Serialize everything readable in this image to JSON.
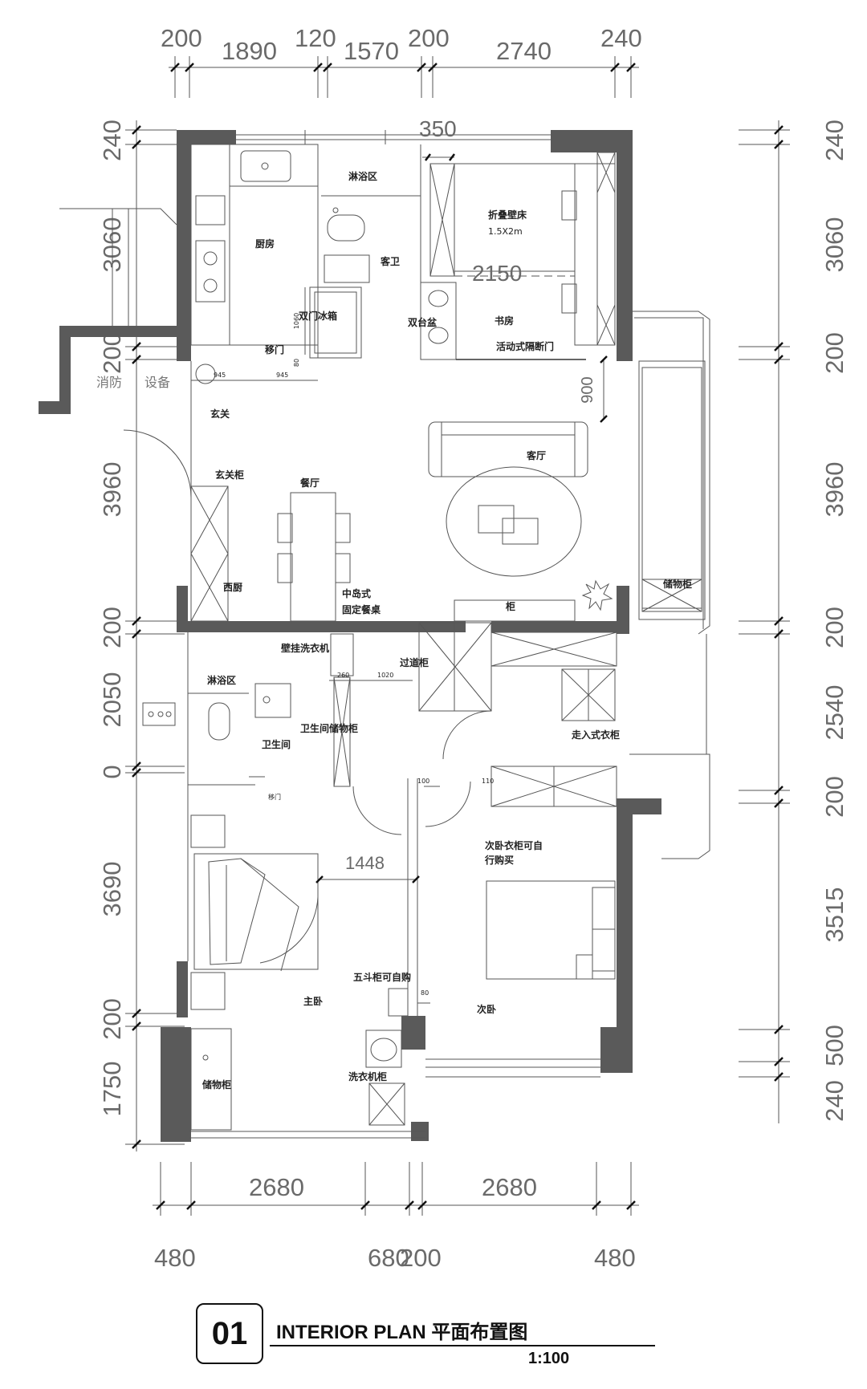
{
  "dims_top": [
    "200",
    "1890",
    "120",
    "1570",
    "200",
    "2740",
    "240"
  ],
  "dims_left": [
    "240",
    "3060",
    "200",
    "3960",
    "200",
    "2050",
    "0",
    "3690",
    "200",
    "1750"
  ],
  "dims_right": [
    "240",
    "3060",
    "200",
    "3960",
    "200",
    "2540",
    "200",
    "3515",
    "500",
    "240"
  ],
  "dims_bottom_row1": [
    "2680",
    "2680"
  ],
  "dims_bottom_row2": [
    "480",
    "680",
    "200",
    "480"
  ],
  "inner_dims": {
    "d350": "350",
    "d2150": "2150",
    "d1448": "1448",
    "d900": "900",
    "d1060": "1060",
    "d80a": "80",
    "d945a": "945",
    "d945b": "945",
    "d260": "260",
    "d1020": "1020",
    "d100": "100",
    "d110": "110",
    "d80b": "80"
  },
  "rooms": {
    "shower_top": "淋浴区",
    "kitchen": "厨房",
    "guest_bath": "客卫",
    "fold_bed": "折叠壁床",
    "fold_bed_size": "1.5X2m",
    "double_basin": "双台盆",
    "study": "书房",
    "sliding_partition": "活动式隔断门",
    "fridge": "双门冰箱",
    "sliding_door": "移门",
    "fire_left": "消防",
    "fire_right": "设备",
    "entry": "玄关",
    "entry_cabinet": "玄关柜",
    "dining": "餐厅",
    "living": "客厅",
    "western_kitchen": "西厨",
    "island_1": "中岛式",
    "island_2": "固定餐桌",
    "tv_cabinet": "柜",
    "storage_right": "储物柜",
    "wall_washer": "壁挂洗衣机",
    "shower_mid": "淋浴区",
    "corridor_cab": "过道柜",
    "bath_storage": "卫生间储物柜",
    "bathroom": "卫生间",
    "walk_in": "走入式衣柜",
    "sliding_small": "移门",
    "second_wardrobe_1": "次卧衣柜可自",
    "second_wardrobe_2": "行购买",
    "dresser": "五斗柜可自购",
    "master": "主卧",
    "second": "次卧",
    "storage_bottom": "储物柜",
    "laundry": "洗衣机柜"
  },
  "title": {
    "number": "01",
    "label": "INTERIOR PLAN 平面布置图",
    "scale": "1:100"
  },
  "colors": {
    "wall": "#5a5a5a",
    "line": "#555555",
    "dim_text": "#6a6a6a"
  }
}
